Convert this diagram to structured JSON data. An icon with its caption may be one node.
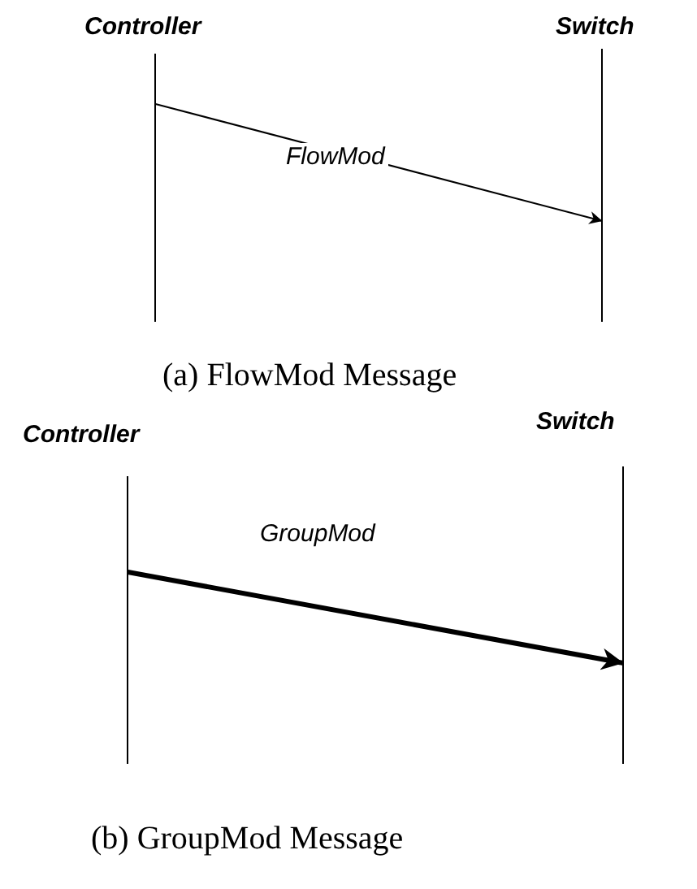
{
  "diagram": {
    "nodes": [
      {
        "text": [
          "Controller"
        ]
      },
      {
        "text": [
          "Switch"
        ]
      },
      {
        "text": [
          "Controller"
        ]
      },
      {
        "text": [
          "Switch"
        ]
      }
    ],
    "edges": [
      {
        "from": 0,
        "to": 1,
        "arrow": "to",
        "label": "FlowMod"
      },
      {
        "from": 2,
        "to": 3,
        "arrow": "to",
        "label": "GroupMod",
        "style": "thick"
      }
    ],
    "labels": [
      "(a) FlowMod Message",
      "(b) GroupMod Message"
    ]
  }
}
